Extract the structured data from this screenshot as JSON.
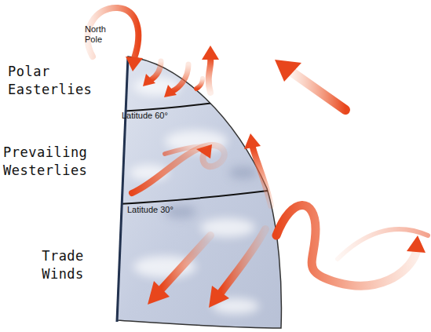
{
  "diagram": {
    "labels": [
      "North Pole",
      "Polar Easterlies",
      "Latitude 60°",
      "Prevailing Westerlies",
      "Latitude 30°",
      "Trade Winds"
    ]
  }
}
